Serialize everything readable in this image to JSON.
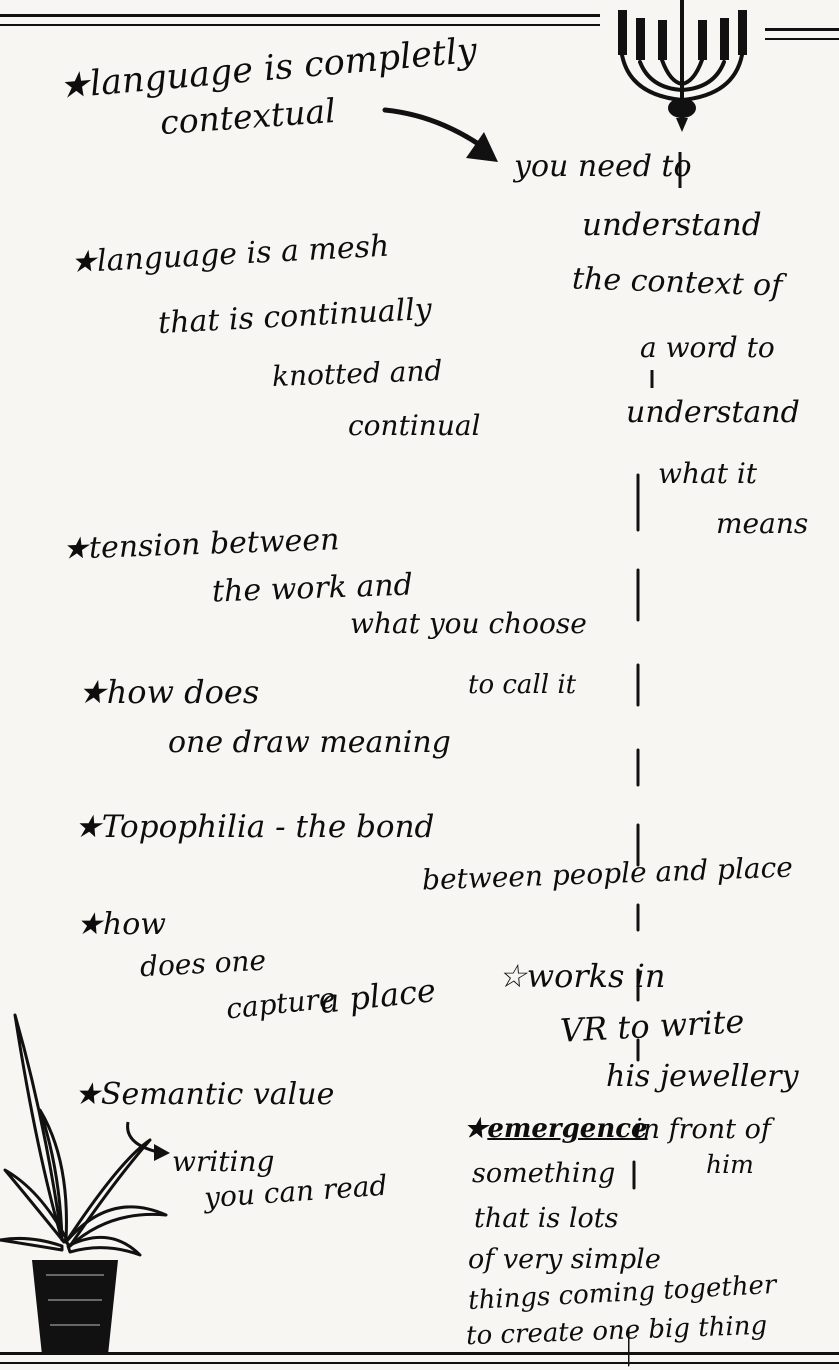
{
  "notes": {
    "l01": "★language is completly",
    "l02": "contextual",
    "l03": "you need to",
    "l04": "understand",
    "l05": "the context of",
    "l06": "a word to",
    "l07": "understand",
    "l08": "what it",
    "l09": "means",
    "l10": "★language is a mesh",
    "l11": "that is continually",
    "l12": "knotted and",
    "l13": "continual",
    "l14": "★tension between",
    "l15": "the work and",
    "l16": "what you choose",
    "l17": "to call it",
    "l18": "★how does",
    "l19": "one draw meaning",
    "l20": "★Topophilia - the bond",
    "l21": "between people and place",
    "l22": "★how",
    "l23": "does one",
    "l24": "capture",
    "l25": "a place",
    "l26": "☆works in",
    "l27": "VR to write",
    "l28": "his jewellery",
    "l29": "★Semantic value",
    "l30": "writing",
    "l31": "you can read",
    "l32a": "★",
    "l32b": "emergence",
    "l33": "in front of",
    "l34": "him",
    "l35": "something",
    "l36": "that is lots",
    "l37": "of very simple",
    "l38": "things coming together",
    "l39": "to create one big thing"
  },
  "icons": {
    "chandelier": "chandelier-icon",
    "plant": "potted-plant-icon",
    "arrow": "arrow-icon",
    "star": "star-icon"
  },
  "colors": {
    "ink": "#0d0d0d",
    "paper": "#f7f6f3"
  }
}
